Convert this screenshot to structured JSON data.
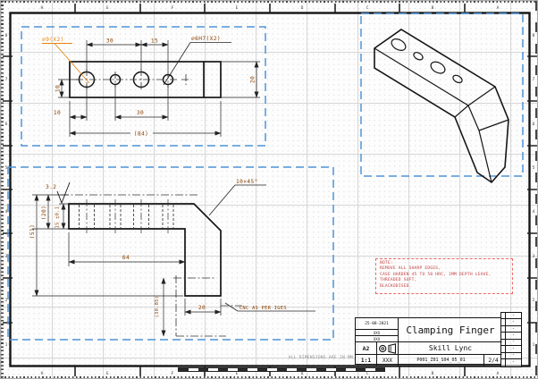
{
  "sheet": {
    "zones": {
      "cols": [
        "H",
        "G",
        "F",
        "E",
        "D",
        "C",
        "B",
        "A"
      ],
      "rows": [
        "8",
        "7",
        "6",
        "5",
        "4",
        "3",
        "2",
        "1"
      ]
    },
    "footer_note": "ALL DIMENSIONS ARE IN MM"
  },
  "top_view": {
    "label_dia9": "⌀9(X2)",
    "label_dia6": "⌀6H7(X2)",
    "dim_30_top": "30",
    "dim_15_top": "15",
    "dim_20_right": "20",
    "dim_10_left": "10",
    "dim_10_bottom": "10",
    "dim_30_bottom": "30",
    "dim_84_overall": "(84)"
  },
  "front_view": {
    "surface_roughness": "3.2",
    "dim_20_ref": "(20)",
    "dim_15_tol": "15 ±0.1",
    "dim_51_ref": "(51)",
    "dim_64": "64",
    "dim_30_85_ref": "(30.85)",
    "dim_20_foot": "20",
    "chamfer_note": "10×45°",
    "cnc_note": "CNC AS PER IGES"
  },
  "note_box": {
    "lines": [
      "NOTE:",
      "REMOVE ALL SHARP EDGES,",
      "CASE HARDEN 45 TO 50 HRC, 1MM DEPTH LEAVE,",
      "THREADED SOFT,",
      "BLACKODISED."
    ]
  },
  "title_block": {
    "date": "25-08-2021",
    "drawn_by": "XXX",
    "checked_by": "XXX",
    "sheet_size": "A2",
    "scale": "1:1",
    "material": "XXX",
    "title": "Clamping Finger",
    "company": "Skill Lync",
    "drawing_number": "P001_Z01_S04_05_01",
    "sheet_number": "2/4",
    "revisions": [
      "-",
      "-",
      "-",
      "-",
      "-",
      "-",
      "-",
      "-"
    ]
  },
  "colors": {
    "dimension_text": "#8a4200",
    "highlight_orange": "#e8860d",
    "view_box_blue": "#4f93d8",
    "note_red": "#c64444",
    "line_black": "#151515"
  }
}
